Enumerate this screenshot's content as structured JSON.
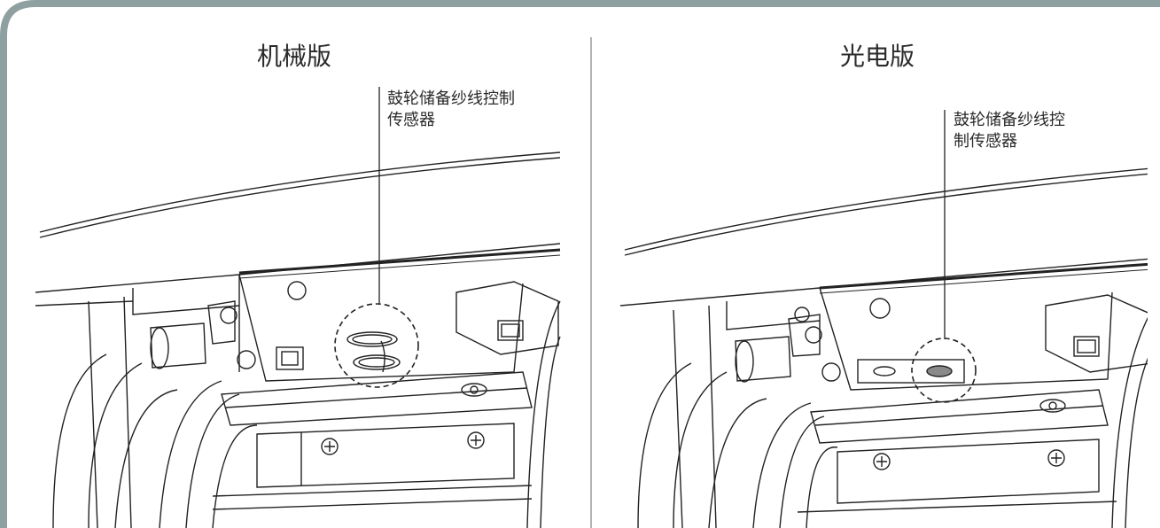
{
  "panels": {
    "left": {
      "title": "机械版",
      "callout": "鼓轮储备纱线控制\n传感器"
    },
    "right": {
      "title": "光电版",
      "callout": "鼓轮储备纱线控\n制传感器"
    }
  },
  "colors": {
    "frame": "#8fa0a0",
    "line": "#222222",
    "sensor_dot": "#8a8a8a"
  }
}
